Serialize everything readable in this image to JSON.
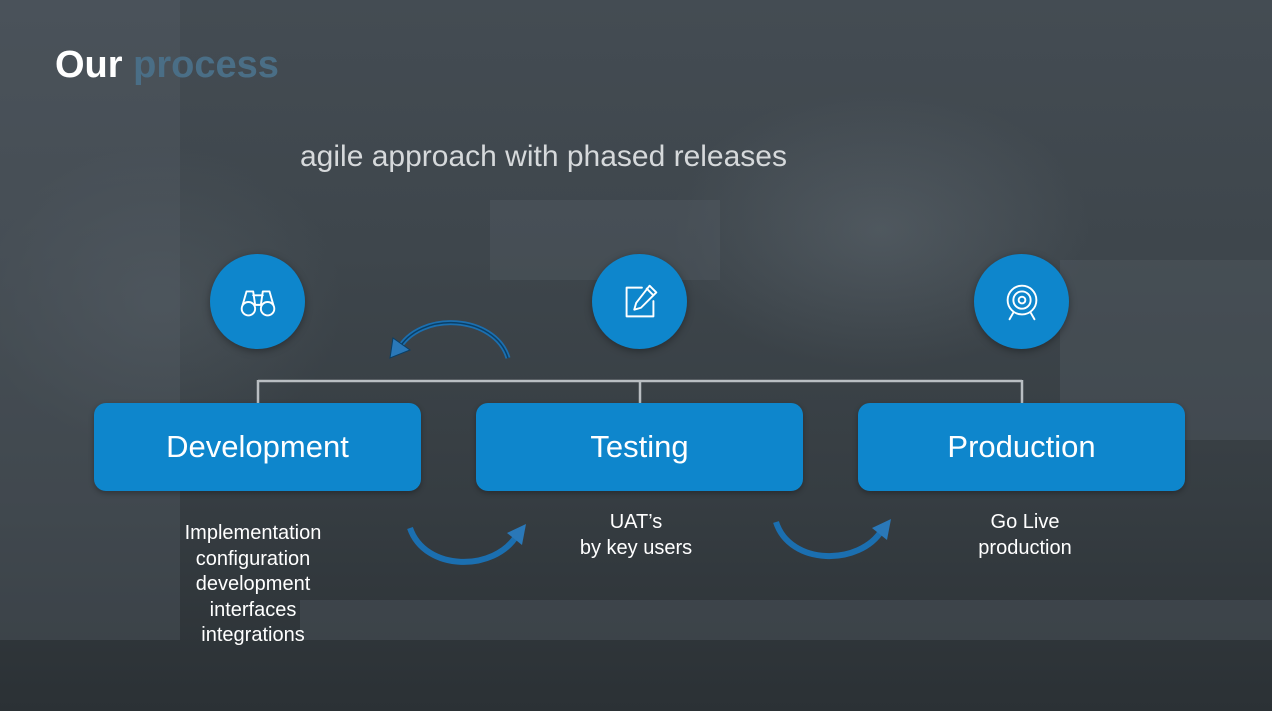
{
  "title": {
    "main": "Our",
    "accent": "process"
  },
  "subtitle": "agile approach with phased releases",
  "stages": [
    {
      "label": "Development",
      "icon": "binoculars-icon",
      "details": [
        "Implementation",
        "configuration",
        "development",
        "interfaces",
        "integrations"
      ]
    },
    {
      "label": "Testing",
      "icon": "edit-icon",
      "details": [
        "UAT’s",
        "by key users"
      ]
    },
    {
      "label": "Production",
      "icon": "target-icon",
      "details": [
        "Go Live",
        "production"
      ]
    }
  ],
  "colors": {
    "accent_blue": "#0e86cc",
    "title_accent": "#4a6e86",
    "connector": "#b9bec2",
    "arrow": "#1b6fb0"
  }
}
